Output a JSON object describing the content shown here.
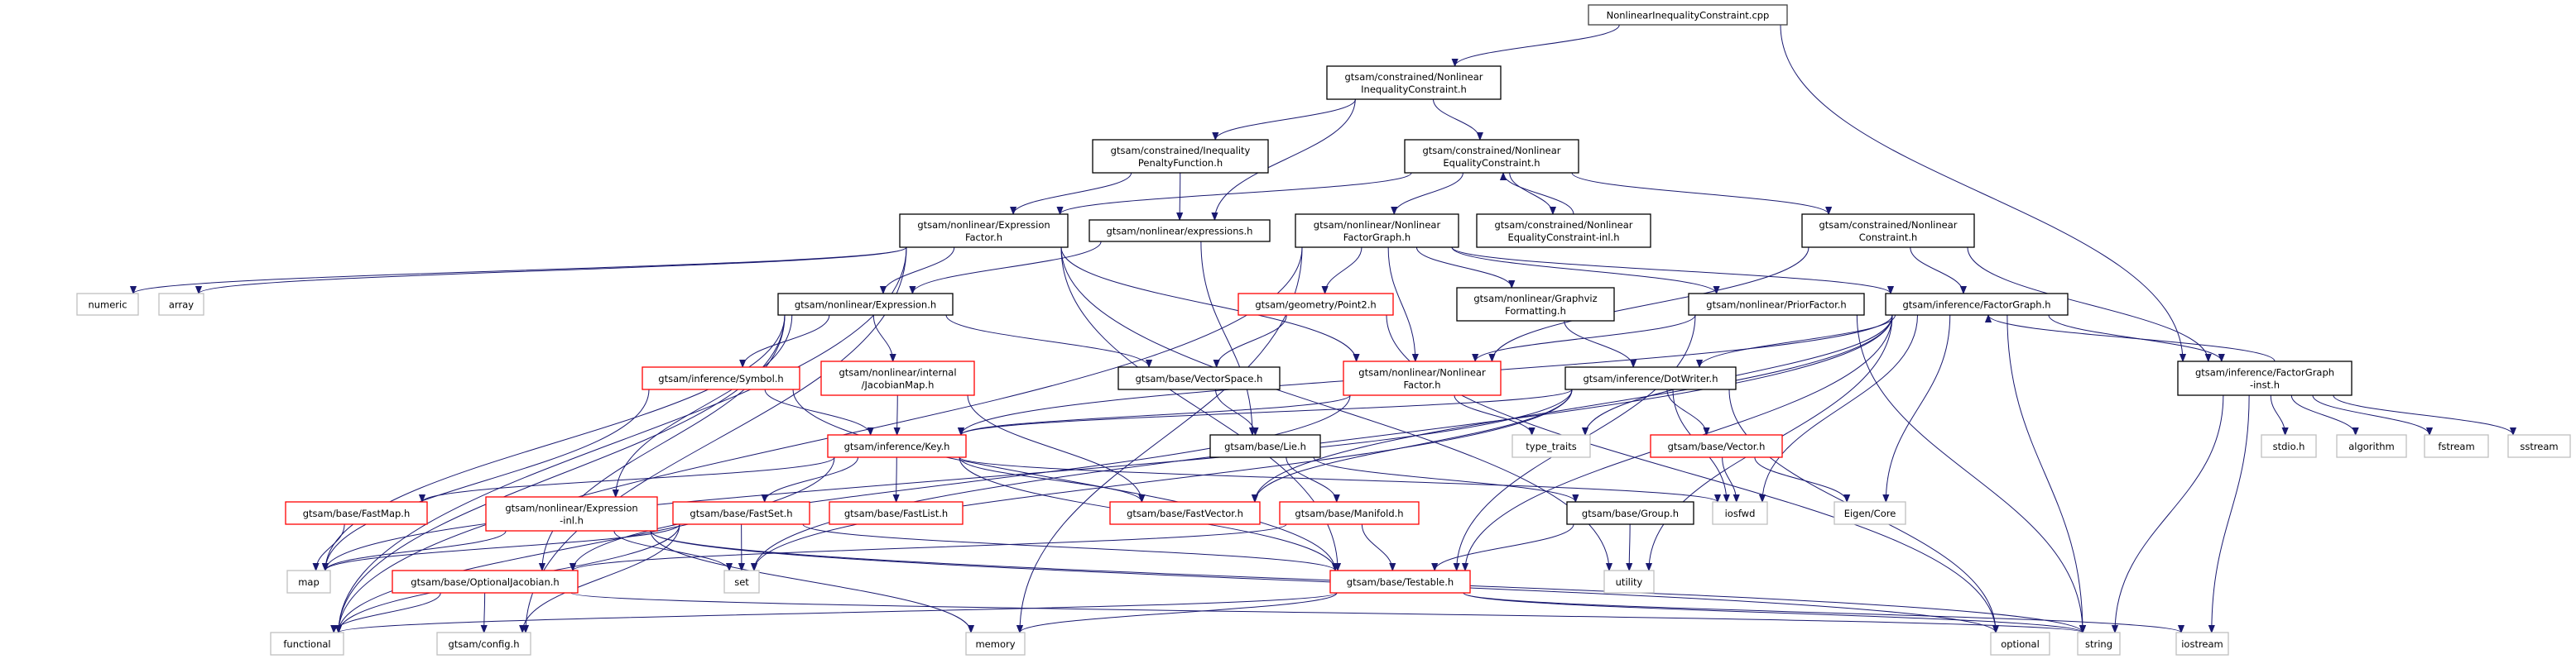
{
  "colors": {
    "edge": "#191970",
    "root_fill": "#bfbfbf",
    "root_border": "#404040",
    "documented_border": "#000000",
    "truncated_border": "#ff0000",
    "external_border": "#bfbfbf"
  },
  "nodes": [
    {
      "id": "cpp",
      "lines": [
        "NonlinearInequalityConstraint.cpp"
      ],
      "kind": "root"
    },
    {
      "id": "ineq",
      "lines": [
        "gtsam/constrained/Nonlinear",
        "InequalityConstraint.h"
      ],
      "kind": "documented"
    },
    {
      "id": "penalty",
      "lines": [
        "gtsam/constrained/Inequality",
        "PenaltyFunction.h"
      ],
      "kind": "documented"
    },
    {
      "id": "eq",
      "lines": [
        "gtsam/constrained/Nonlinear",
        "EqualityConstraint.h"
      ],
      "kind": "documented"
    },
    {
      "id": "exprfactor",
      "lines": [
        "gtsam/nonlinear/Expression",
        "Factor.h"
      ],
      "kind": "documented"
    },
    {
      "id": "expressions",
      "lines": [
        "gtsam/nonlinear/expressions.h"
      ],
      "kind": "documented"
    },
    {
      "id": "nfg",
      "lines": [
        "gtsam/nonlinear/Nonlinear",
        "FactorGraph.h"
      ],
      "kind": "documented"
    },
    {
      "id": "eqinl",
      "lines": [
        "gtsam/constrained/Nonlinear",
        "EqualityConstraint-inl.h"
      ],
      "kind": "documented"
    },
    {
      "id": "nconstraint",
      "lines": [
        "gtsam/constrained/Nonlinear",
        "Constraint.h"
      ],
      "kind": "documented"
    },
    {
      "id": "numeric",
      "lines": [
        "numeric"
      ],
      "kind": "external"
    },
    {
      "id": "array",
      "lines": [
        "array"
      ],
      "kind": "external"
    },
    {
      "id": "expression",
      "lines": [
        "gtsam/nonlinear/Expression.h"
      ],
      "kind": "documented"
    },
    {
      "id": "point2",
      "lines": [
        "gtsam/geometry/Point2.h"
      ],
      "kind": "truncated"
    },
    {
      "id": "graphviz",
      "lines": [
        "gtsam/nonlinear/Graphviz",
        "Formatting.h"
      ],
      "kind": "documented"
    },
    {
      "id": "prior",
      "lines": [
        "gtsam/nonlinear/PriorFactor.h"
      ],
      "kind": "documented"
    },
    {
      "id": "factorgraph",
      "lines": [
        "gtsam/inference/FactorGraph.h"
      ],
      "kind": "documented"
    },
    {
      "id": "symbol",
      "lines": [
        "gtsam/inference/Symbol.h"
      ],
      "kind": "truncated"
    },
    {
      "id": "jacmap",
      "lines": [
        "gtsam/nonlinear/internal",
        "/JacobianMap.h"
      ],
      "kind": "truncated"
    },
    {
      "id": "vectorspace",
      "lines": [
        "gtsam/base/VectorSpace.h"
      ],
      "kind": "documented"
    },
    {
      "id": "nfactor",
      "lines": [
        "gtsam/nonlinear/Nonlinear",
        "Factor.h"
      ],
      "kind": "truncated"
    },
    {
      "id": "dotwriter",
      "lines": [
        "gtsam/inference/DotWriter.h"
      ],
      "kind": "documented"
    },
    {
      "id": "fginst",
      "lines": [
        "gtsam/inference/FactorGraph",
        "-inst.h"
      ],
      "kind": "documented"
    },
    {
      "id": "key",
      "lines": [
        "gtsam/inference/Key.h"
      ],
      "kind": "truncated"
    },
    {
      "id": "lie",
      "lines": [
        "gtsam/base/Lie.h"
      ],
      "kind": "documented"
    },
    {
      "id": "type_traits",
      "lines": [
        "type_traits"
      ],
      "kind": "external"
    },
    {
      "id": "vector",
      "lines": [
        "gtsam/base/Vector.h"
      ],
      "kind": "truncated"
    },
    {
      "id": "stdio",
      "lines": [
        "stdio.h"
      ],
      "kind": "external"
    },
    {
      "id": "algorithm",
      "lines": [
        "algorithm"
      ],
      "kind": "external"
    },
    {
      "id": "fstream",
      "lines": [
        "fstream"
      ],
      "kind": "external"
    },
    {
      "id": "sstream",
      "lines": [
        "sstream"
      ],
      "kind": "external"
    },
    {
      "id": "fastmap",
      "lines": [
        "gtsam/base/FastMap.h"
      ],
      "kind": "truncated"
    },
    {
      "id": "exprinl",
      "lines": [
        "gtsam/nonlinear/Expression",
        "-inl.h"
      ],
      "kind": "truncated"
    },
    {
      "id": "fastset",
      "lines": [
        "gtsam/base/FastSet.h"
      ],
      "kind": "truncated"
    },
    {
      "id": "fastlist",
      "lines": [
        "gtsam/base/FastList.h"
      ],
      "kind": "truncated"
    },
    {
      "id": "fastvector",
      "lines": [
        "gtsam/base/FastVector.h"
      ],
      "kind": "truncated"
    },
    {
      "id": "manifold",
      "lines": [
        "gtsam/base/Manifold.h"
      ],
      "kind": "truncated"
    },
    {
      "id": "group",
      "lines": [
        "gtsam/base/Group.h"
      ],
      "kind": "documented"
    },
    {
      "id": "iosfwd",
      "lines": [
        "iosfwd"
      ],
      "kind": "external"
    },
    {
      "id": "eigen",
      "lines": [
        "Eigen/Core"
      ],
      "kind": "external"
    },
    {
      "id": "map",
      "lines": [
        "map"
      ],
      "kind": "external"
    },
    {
      "id": "optjac",
      "lines": [
        "gtsam/base/OptionalJacobian.h"
      ],
      "kind": "truncated"
    },
    {
      "id": "set",
      "lines": [
        "set"
      ],
      "kind": "external"
    },
    {
      "id": "testable",
      "lines": [
        "gtsam/base/Testable.h"
      ],
      "kind": "truncated"
    },
    {
      "id": "utility",
      "lines": [
        "utility"
      ],
      "kind": "external"
    },
    {
      "id": "functional",
      "lines": [
        "functional"
      ],
      "kind": "external"
    },
    {
      "id": "config",
      "lines": [
        "gtsam/config.h"
      ],
      "kind": "external"
    },
    {
      "id": "memory",
      "lines": [
        "memory"
      ],
      "kind": "external"
    },
    {
      "id": "optional",
      "lines": [
        "optional"
      ],
      "kind": "external"
    },
    {
      "id": "string",
      "lines": [
        "string"
      ],
      "kind": "external"
    },
    {
      "id": "iostream",
      "lines": [
        "iostream"
      ],
      "kind": "external"
    }
  ],
  "edges": [
    [
      "cpp",
      "ineq"
    ],
    [
      "cpp",
      "fginst"
    ],
    [
      "ineq",
      "penalty"
    ],
    [
      "ineq",
      "expressions"
    ],
    [
      "ineq",
      "eq"
    ],
    [
      "penalty",
      "exprfactor"
    ],
    [
      "penalty",
      "expressions"
    ],
    [
      "eq",
      "exprfactor"
    ],
    [
      "eq",
      "nfg"
    ],
    [
      "eq",
      "eqinl"
    ],
    [
      "eqinl",
      "eq"
    ],
    [
      "eq",
      "nconstraint"
    ],
    [
      "exprfactor",
      "numeric"
    ],
    [
      "exprfactor",
      "array"
    ],
    [
      "exprfactor",
      "functional"
    ],
    [
      "exprfactor",
      "config"
    ],
    [
      "exprfactor",
      "expression"
    ],
    [
      "exprfactor",
      "nfactor"
    ],
    [
      "exprfactor",
      "testable"
    ],
    [
      "exprfactor",
      "utility"
    ],
    [
      "expressions",
      "expression"
    ],
    [
      "expressions",
      "lie"
    ],
    [
      "nfg",
      "functional"
    ],
    [
      "nfg",
      "point2"
    ],
    [
      "nfg",
      "nfactor"
    ],
    [
      "nfg",
      "graphviz"
    ],
    [
      "nfg",
      "prior"
    ],
    [
      "nfg",
      "factorgraph"
    ],
    [
      "nfg",
      "memory"
    ],
    [
      "nconstraint",
      "nfactor"
    ],
    [
      "nconstraint",
      "factorgraph"
    ],
    [
      "nconstraint",
      "fginst"
    ],
    [
      "expression",
      "symbol"
    ],
    [
      "expression",
      "jacmap"
    ],
    [
      "expression",
      "vectorspace"
    ],
    [
      "expression",
      "exprinl"
    ],
    [
      "expression",
      "map"
    ],
    [
      "expression",
      "functional"
    ],
    [
      "expression",
      "optjac"
    ],
    [
      "point2",
      "vectorspace"
    ],
    [
      "point2",
      "optional"
    ],
    [
      "graphviz",
      "dotwriter"
    ],
    [
      "prior",
      "nfactor"
    ],
    [
      "prior",
      "testable"
    ],
    [
      "prior",
      "string"
    ],
    [
      "factorgraph",
      "fginst"
    ],
    [
      "fginst",
      "factorgraph"
    ],
    [
      "factorgraph",
      "dotwriter"
    ],
    [
      "factorgraph",
      "key"
    ],
    [
      "factorgraph",
      "fastvector"
    ],
    [
      "factorgraph",
      "type_traits"
    ],
    [
      "factorgraph",
      "iosfwd"
    ],
    [
      "factorgraph",
      "eigen"
    ],
    [
      "factorgraph",
      "testable"
    ],
    [
      "factorgraph",
      "utility"
    ],
    [
      "factorgraph",
      "string"
    ],
    [
      "factorgraph",
      "set"
    ],
    [
      "fginst",
      "stdio"
    ],
    [
      "fginst",
      "algorithm"
    ],
    [
      "fginst",
      "fstream"
    ],
    [
      "fginst",
      "sstream"
    ],
    [
      "fginst",
      "string"
    ],
    [
      "fginst",
      "iostream"
    ],
    [
      "symbol",
      "key"
    ],
    [
      "symbol",
      "map"
    ],
    [
      "symbol",
      "testable"
    ],
    [
      "jacmap",
      "key"
    ],
    [
      "jacmap",
      "fastvector"
    ],
    [
      "vectorspace",
      "lie"
    ],
    [
      "nfactor",
      "type_traits"
    ],
    [
      "nfactor",
      "key"
    ],
    [
      "nfactor",
      "optjac"
    ],
    [
      "dotwriter",
      "key"
    ],
    [
      "dotwriter",
      "fastvector"
    ],
    [
      "dotwriter",
      "vector"
    ],
    [
      "dotwriter",
      "iosfwd"
    ],
    [
      "dotwriter",
      "map"
    ],
    [
      "dotwriter",
      "set"
    ],
    [
      "dotwriter",
      "optional"
    ],
    [
      "key",
      "fastmap"
    ],
    [
      "key",
      "fastset"
    ],
    [
      "key",
      "fastlist"
    ],
    [
      "key",
      "fastvector"
    ],
    [
      "key",
      "testable"
    ],
    [
      "key",
      "iosfwd"
    ],
    [
      "key",
      "functional"
    ],
    [
      "lie",
      "manifold"
    ],
    [
      "lie",
      "group"
    ],
    [
      "vector",
      "iosfwd"
    ],
    [
      "vector",
      "eigen"
    ],
    [
      "fastmap",
      "map"
    ],
    [
      "exprinl",
      "map"
    ],
    [
      "exprinl",
      "set"
    ],
    [
      "exprinl",
      "memory"
    ],
    [
      "exprinl",
      "optional"
    ],
    [
      "exprinl",
      "string"
    ],
    [
      "fastset",
      "set"
    ],
    [
      "fastset",
      "functional"
    ],
    [
      "fastset",
      "config"
    ],
    [
      "fastset",
      "testable"
    ],
    [
      "fastset",
      "map"
    ],
    [
      "manifold",
      "optjac"
    ],
    [
      "manifold",
      "testable"
    ],
    [
      "group",
      "testable"
    ],
    [
      "group",
      "utility"
    ],
    [
      "optjac",
      "functional"
    ],
    [
      "optjac",
      "config"
    ],
    [
      "optjac",
      "string"
    ],
    [
      "testable",
      "functional"
    ],
    [
      "testable",
      "memory"
    ],
    [
      "testable",
      "string"
    ],
    [
      "testable",
      "iostream"
    ]
  ]
}
